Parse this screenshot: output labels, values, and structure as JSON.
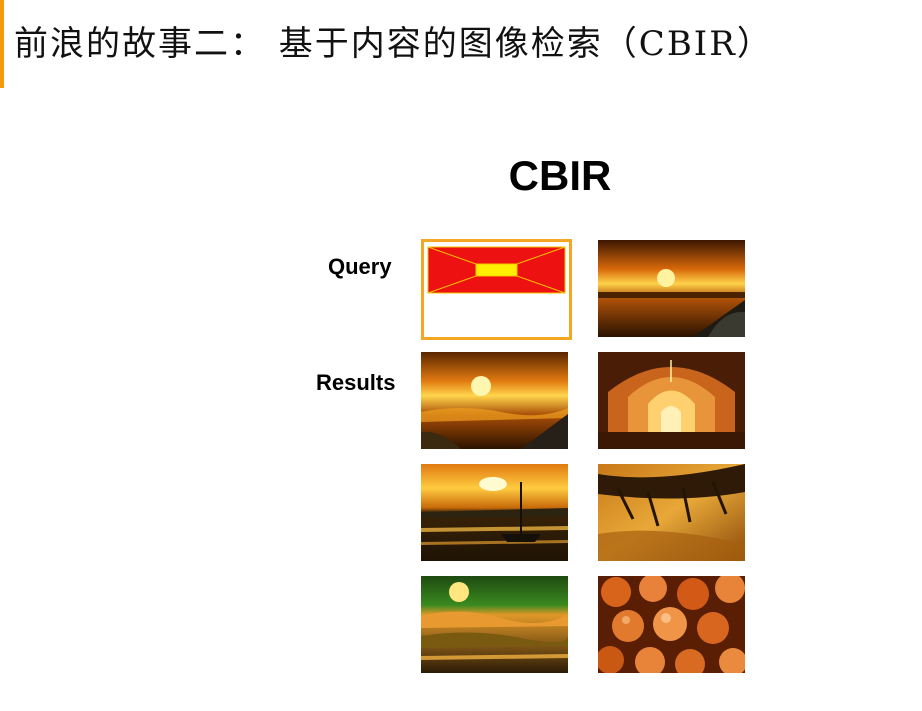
{
  "slide": {
    "title": "前浪的故事二：  基于内容的图像检索（CBIR）",
    "accent_color": "#f39c12"
  },
  "figure": {
    "heading": "CBIR",
    "query_label": "Query",
    "results_label": "Results",
    "query_border_color": "#f5a623",
    "images": [
      {
        "role": "query",
        "content": "red-yellow-sketch"
      },
      {
        "role": "result",
        "content": "sunset-harbor"
      },
      {
        "role": "result",
        "content": "sunset-ocean"
      },
      {
        "role": "result",
        "content": "arched-hall"
      },
      {
        "role": "result",
        "content": "sunset-sailboat"
      },
      {
        "role": "result",
        "content": "pine-branch"
      },
      {
        "role": "result",
        "content": "moon-field"
      },
      {
        "role": "result",
        "content": "peaches"
      }
    ]
  }
}
